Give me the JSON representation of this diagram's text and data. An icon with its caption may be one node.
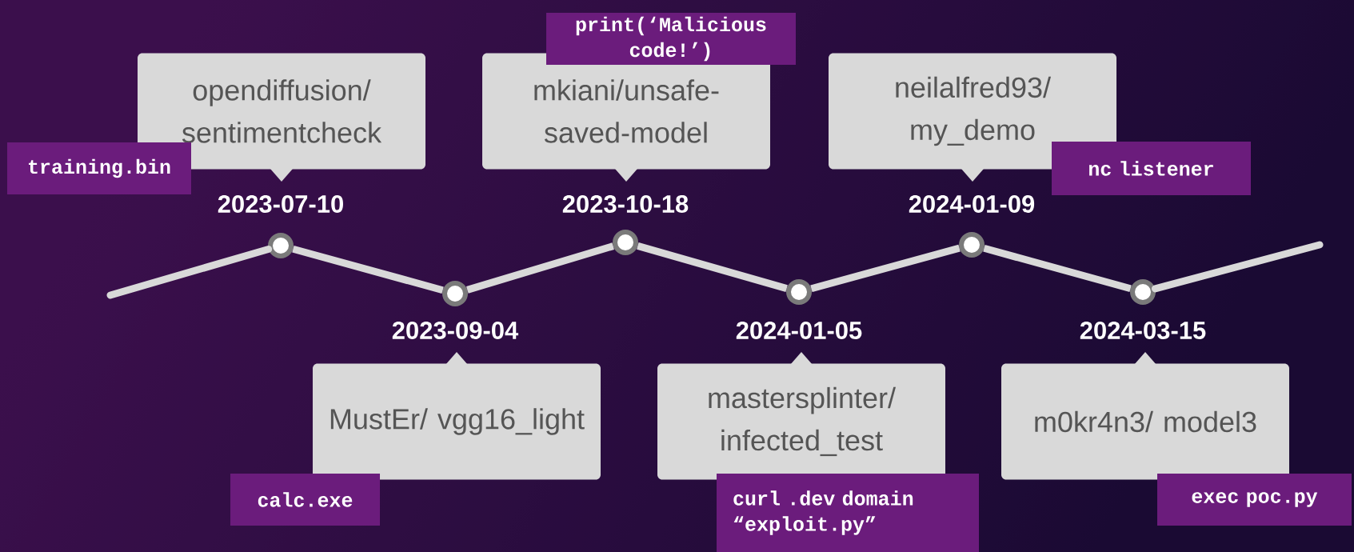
{
  "diagram": {
    "nodes": [
      {
        "text": [
          "opendiffusion/ sentimentcheck"
        ]
      },
      {
        "text": [
          "MustEr/ vgg16_light"
        ]
      },
      {
        "text": [
          "mkiani/unsafe-saved-model"
        ]
      },
      {
        "text": [
          "mastersplinter/ infected_test"
        ]
      },
      {
        "text": [
          "neilalfred93/ my_demo"
        ]
      },
      {
        "text": [
          "m0kr4n3/ model3"
        ]
      },
      {
        "text": [
          "training.bin"
        ]
      },
      {
        "text": [
          "calc.exe"
        ]
      },
      {
        "text": [
          "print(‘Malicious code!’)"
        ]
      },
      {
        "text": [
          "curl .dev domain “exploit.py”"
        ]
      },
      {
        "text": [
          "nc listener"
        ]
      },
      {
        "text": [
          "exec poc.py"
        ]
      },
      {
        "text": [],
        "shape": "circle"
      },
      {
        "text": [],
        "shape": "circle"
      },
      {
        "text": [],
        "shape": "circle"
      },
      {
        "text": [],
        "shape": "circle"
      },
      {
        "text": [],
        "shape": "circle"
      },
      {
        "text": [],
        "shape": "circle"
      }
    ],
    "edges": [
      {
        "from": null,
        "to": 12,
        "arrow": "none"
      },
      {
        "from": 12,
        "to": 13,
        "arrow": "none"
      },
      {
        "from": 13,
        "to": 14,
        "arrow": "none"
      },
      {
        "from": 14,
        "to": 15,
        "arrow": "none"
      },
      {
        "from": 15,
        "to": 16,
        "arrow": "none"
      },
      {
        "from": 16,
        "to": 17,
        "arrow": "none"
      },
      {
        "from": 17,
        "to": null,
        "arrow": "none"
      }
    ],
    "labels": [
      "2023-07-10",
      "2023-10-18",
      "2024-01-09",
      "2023-09-04",
      "2024-01-05",
      "2024-03-15"
    ]
  }
}
